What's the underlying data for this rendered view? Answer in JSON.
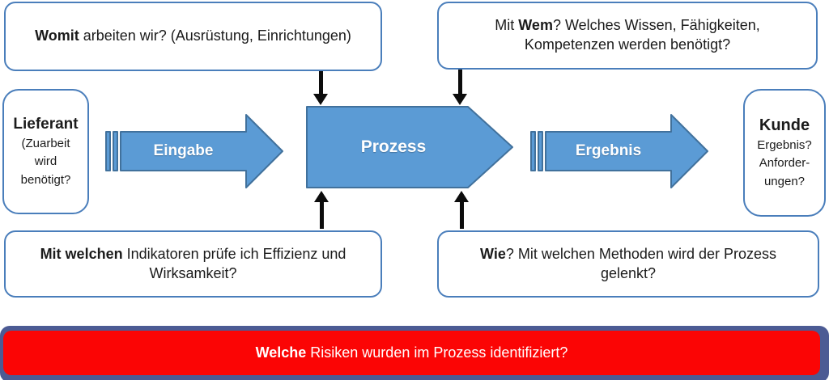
{
  "colors": {
    "arrow-fill": "#5B9BD5",
    "arrow-stroke": "#41719C",
    "box-border": "#4A7EBB",
    "banner-red": "#FB0505",
    "banner-navy": "#4C5B94",
    "connector-black": "#0C0C0C",
    "text-dark": "#1B1B1B"
  },
  "boxes": {
    "top_left": {
      "prefix": "",
      "bold": "Womit",
      "suffix": " arbeiten wir? (Ausrüstung, Einrichtungen)"
    },
    "top_right": {
      "prefix": "Mit ",
      "bold": "Wem",
      "suffix": "? Welches Wissen, Fähigkeiten, Kompetenzen werden benötigt?"
    },
    "bottom_left": {
      "prefix": "",
      "bold": "Mit welchen",
      "suffix": " Indikatoren prüfe ich Effizienz und Wirksamkeit?"
    },
    "bottom_right": {
      "prefix": "",
      "bold": "Wie",
      "suffix": "? Mit welchen Methoden wird der Prozess gelenkt?"
    },
    "lieferant": {
      "title": "Lieferant",
      "lines": [
        "(Zuarbeit",
        "wird",
        "benötigt?"
      ]
    },
    "kunde": {
      "title": "Kunde",
      "lines": [
        "Ergebnis?",
        "Anforder-",
        "ungen?"
      ]
    }
  },
  "arrows": {
    "eingabe": {
      "label": "Eingabe"
    },
    "prozess": {
      "label": "Prozess"
    },
    "ergebnis": {
      "label": "Ergebnis"
    }
  },
  "banner": {
    "prefix": "",
    "bold": "Welche",
    "suffix": " Risiken wurden im Prozess identifiziert?"
  }
}
